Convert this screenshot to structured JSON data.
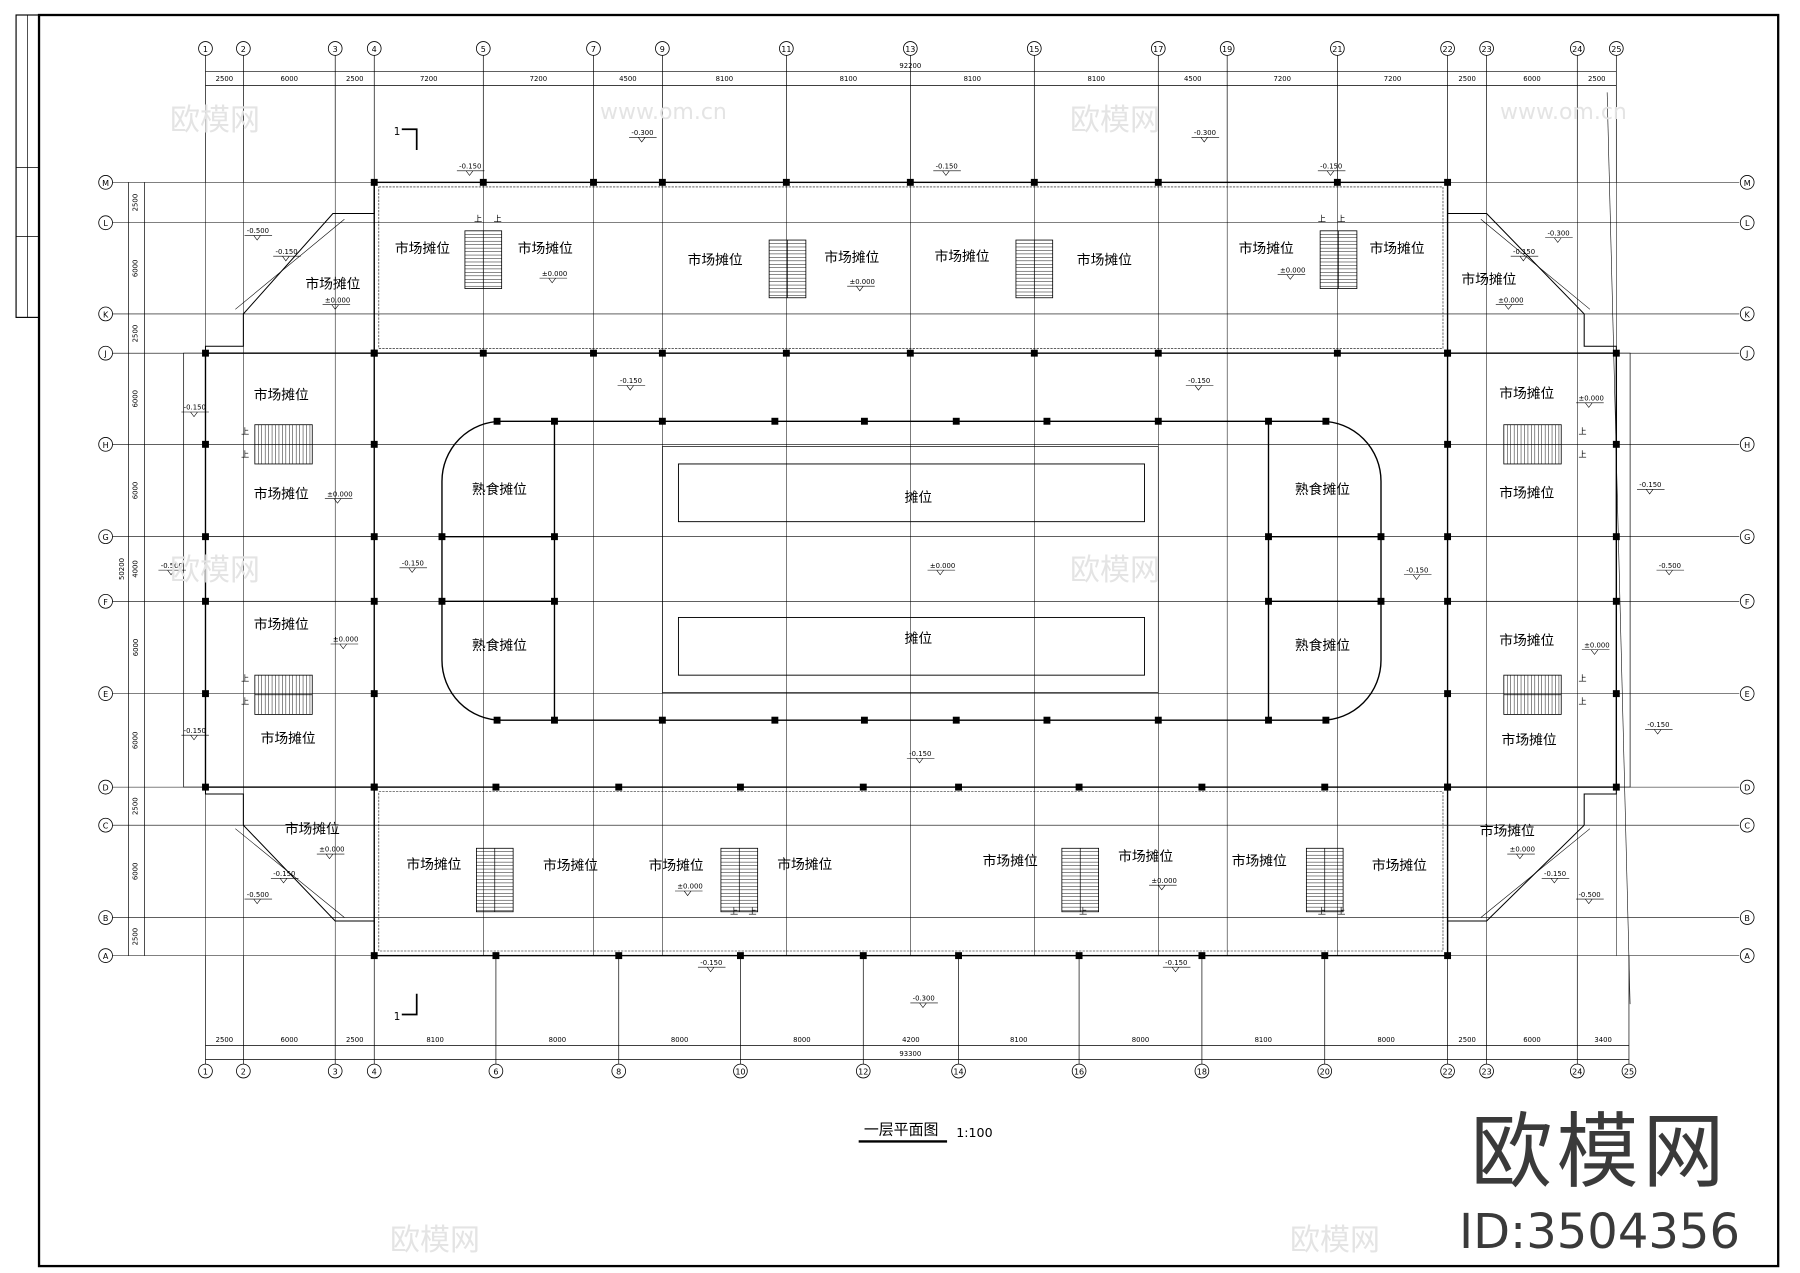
{
  "drawing": {
    "title": "一层平面图",
    "scale": "1:100",
    "watermark_logo": "欧模网",
    "watermark_id": "ID:3504356",
    "watermark_url": "www.om.cn"
  },
  "axes": {
    "top": [
      "1",
      "2",
      "3",
      "4",
      "5",
      "7",
      "9",
      "11",
      "13",
      "15",
      "17",
      "19",
      "21",
      "22",
      "23",
      "24",
      "25"
    ],
    "bottom": [
      "1",
      "2",
      "3",
      "4",
      "6",
      "8",
      "10",
      "12",
      "14",
      "16",
      "18",
      "20",
      "22",
      "23",
      "24",
      "25"
    ],
    "rows": [
      "M",
      "L",
      "K",
      "J",
      "H",
      "G",
      "F",
      "E",
      "D",
      "C",
      "B",
      "A"
    ]
  },
  "dimensions": {
    "top": [
      "2500",
      "6000",
      "2500",
      "7200",
      "7200",
      "4500",
      "8100",
      "8100",
      "8100",
      "8100",
      "4500",
      "7200",
      "7200",
      "2500",
      "6000",
      "2500"
    ],
    "top_total": "92200",
    "bottom": [
      "2500",
      "6000",
      "2500",
      "8100",
      "8000",
      "8000",
      "8000",
      "4200",
      "8100",
      "8000",
      "8100",
      "8000",
      "2500",
      "6000",
      "3400"
    ],
    "bottom_total": "93300",
    "left": [
      "2500",
      "6000",
      "2500",
      "6000",
      "6000",
      "4000",
      "6000",
      "6000",
      "2500",
      "6000",
      "2500"
    ],
    "left_total": "50200"
  },
  "rooms": {
    "market_stall": "市场摊位",
    "cooked_food_stall": "熟食摊位",
    "stall": "摊位"
  },
  "elevations": [
    "±0.000",
    "-0.150",
    "-0.300",
    "-0.500"
  ],
  "stair_up": "上",
  "section_mark": "1"
}
